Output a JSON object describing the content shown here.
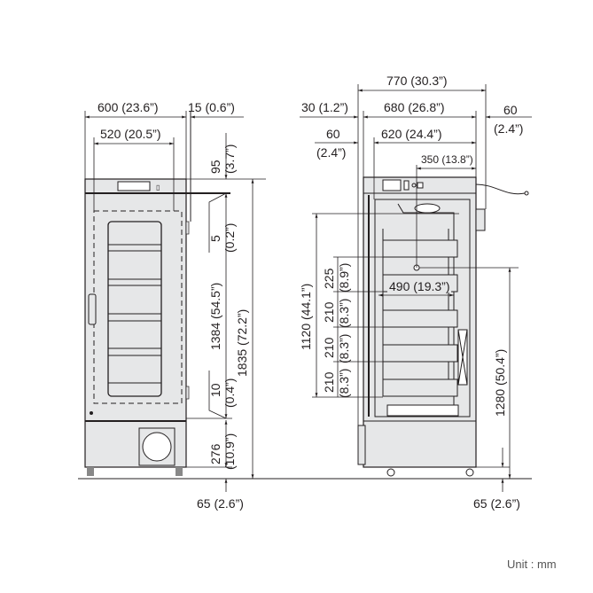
{
  "front_view": {
    "width_outer": "600 (23.6”)",
    "door_overhang": "15 (0.6”)",
    "width_inner": "520 (20.5”)",
    "top_offset_mm": "95",
    "top_offset_in": "(3.7”)",
    "door_gap_top_mm": "5",
    "door_gap_top_in": "(0.2”)",
    "door_height": "1384 (54.5”)",
    "total_height": "1835 (72.2”)",
    "door_gap_bottom_mm": "10",
    "door_gap_bottom_in": "(0.4”)",
    "base_height_mm": "276",
    "base_height_in": "(10.9”)",
    "caster_height": "65 (2.6”)"
  },
  "side_view": {
    "total_depth": "770 (30.3”)",
    "front_offset": "30 (1.2”)",
    "body_depth": "680 (26.8”)",
    "rear_offset_mm": "60",
    "rear_offset_in": "(2.4”)",
    "door_depth_mm": "60",
    "door_depth_in": "(2.4”)",
    "interior_depth": "620 (24.4”)",
    "sensor_depth": "350 (13.8”)",
    "interior_height": "1120 (44.1”)",
    "shelf_pitch_1_mm": "225",
    "shelf_pitch_1_in": "(8.9”)",
    "shelf_pitch_2_mm": "210",
    "shelf_pitch_2_in": "(8.3”)",
    "shelf_pitch_3_mm": "210",
    "shelf_pitch_3_in": "(8.3”)",
    "shelf_pitch_4_mm": "210",
    "shelf_pitch_4_in": "(8.3”)",
    "shelf_width": "490 (19.3”)",
    "sensor_height": "1280 (50.4”)",
    "caster_height": "65 (2.6”)"
  },
  "unit_label": "Unit : mm"
}
